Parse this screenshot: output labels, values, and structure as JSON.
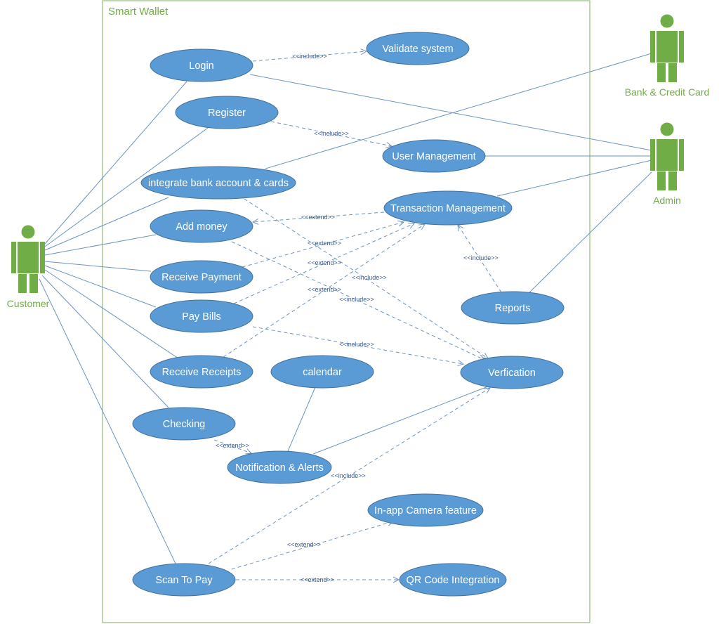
{
  "colors": {
    "actor": "#70ad47",
    "usecase_fill": "#5b9bd5",
    "usecase_stroke": "#41719c",
    "line": "#6a94c0",
    "dependency": "#6a94c0",
    "label": "#3a5a8c",
    "boundary": "#8fbf72"
  },
  "system": {
    "title": "Smart Wallet"
  },
  "actors": [
    {
      "id": "customer",
      "label": "Customer"
    },
    {
      "id": "bank",
      "label": "Bank & Credit Card"
    },
    {
      "id": "admin",
      "label": "Admin"
    }
  ],
  "use_cases": [
    {
      "id": "login",
      "label": "Login"
    },
    {
      "id": "validate",
      "label": "Validate system"
    },
    {
      "id": "register",
      "label": "Register"
    },
    {
      "id": "usermgmt",
      "label": "User Management"
    },
    {
      "id": "integrate",
      "label": "integrate bank account & cards"
    },
    {
      "id": "transmgmt",
      "label": "Transaction Management"
    },
    {
      "id": "addmoney",
      "label": "Add money"
    },
    {
      "id": "receivepay",
      "label": "Receive Payment"
    },
    {
      "id": "paybills",
      "label": "Pay Bills"
    },
    {
      "id": "reports",
      "label": "Reports"
    },
    {
      "id": "receipts",
      "label": "Receive Receipts"
    },
    {
      "id": "calendar",
      "label": "calendar"
    },
    {
      "id": "verification",
      "label": "Verfication"
    },
    {
      "id": "checking",
      "label": "Checking"
    },
    {
      "id": "notify",
      "label": "Notification & Alerts"
    },
    {
      "id": "camera",
      "label": "In-app Camera feature"
    },
    {
      "id": "scanpay",
      "label": "Scan To Pay"
    },
    {
      "id": "qrcode",
      "label": "QR Code Integration"
    }
  ],
  "associations": [
    {
      "from": "customer",
      "to": "login"
    },
    {
      "from": "customer",
      "to": "register"
    },
    {
      "from": "customer",
      "to": "integrate"
    },
    {
      "from": "customer",
      "to": "addmoney"
    },
    {
      "from": "customer",
      "to": "receivepay"
    },
    {
      "from": "customer",
      "to": "paybills"
    },
    {
      "from": "customer",
      "to": "receipts"
    },
    {
      "from": "customer",
      "to": "checking"
    },
    {
      "from": "customer",
      "to": "scanpay"
    },
    {
      "from": "bank",
      "to": "integrate"
    },
    {
      "from": "admin",
      "to": "login"
    },
    {
      "from": "admin",
      "to": "usermgmt"
    },
    {
      "from": "admin",
      "to": "transmgmt"
    },
    {
      "from": "admin",
      "to": "reports"
    },
    {
      "from": "calendar",
      "to": "notify"
    },
    {
      "from": "notify",
      "to": "verification"
    }
  ],
  "dependencies": [
    {
      "from": "login",
      "to": "validate",
      "label": "<<include>>"
    },
    {
      "from": "register",
      "to": "usermgmt",
      "label": "<<include>>"
    },
    {
      "from": "transmgmt",
      "to": "addmoney",
      "label": "<<extend>>"
    },
    {
      "from": "receivepay",
      "to": "transmgmt",
      "label": "<<extend>>"
    },
    {
      "from": "paybills",
      "to": "transmgmt",
      "label": "<<extend>>"
    },
    {
      "from": "receipts",
      "to": "transmgmt",
      "label": "<<extend>>"
    },
    {
      "from": "integrate",
      "to": "verification",
      "label": "<<include>>"
    },
    {
      "from": "addmoney",
      "to": "verification",
      "label": "<<include>>"
    },
    {
      "from": "paybills",
      "to": "verification",
      "label": "<<include>>"
    },
    {
      "from": "reports",
      "to": "transmgmt",
      "label": "<<include>>"
    },
    {
      "from": "checking",
      "to": "notify",
      "label": "<<extend>>"
    },
    {
      "from": "scanpay",
      "to": "verification",
      "label": "<<include>>"
    },
    {
      "from": "scanpay",
      "to": "camera",
      "label": "<<extend>>"
    },
    {
      "from": "scanpay",
      "to": "qrcode",
      "label": "<<extend>>"
    }
  ]
}
